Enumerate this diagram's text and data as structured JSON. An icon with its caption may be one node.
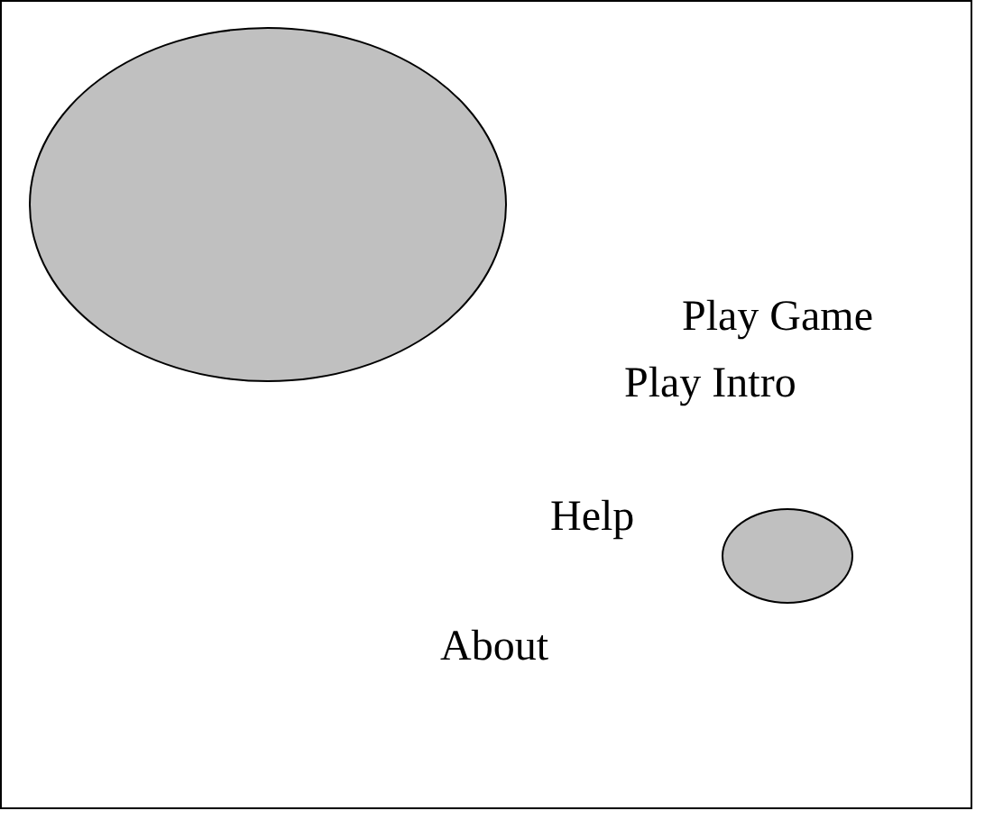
{
  "diagram": {
    "nodes": [
      {
        "text": [],
        "shape": "box"
      },
      {
        "text": [],
        "shape": "ellipse",
        "in": 0
      },
      {
        "text": [],
        "shape": "ellipse",
        "in": 0
      }
    ],
    "labels": [
      "Play Game",
      "Play Intro",
      "Help",
      "About"
    ]
  }
}
